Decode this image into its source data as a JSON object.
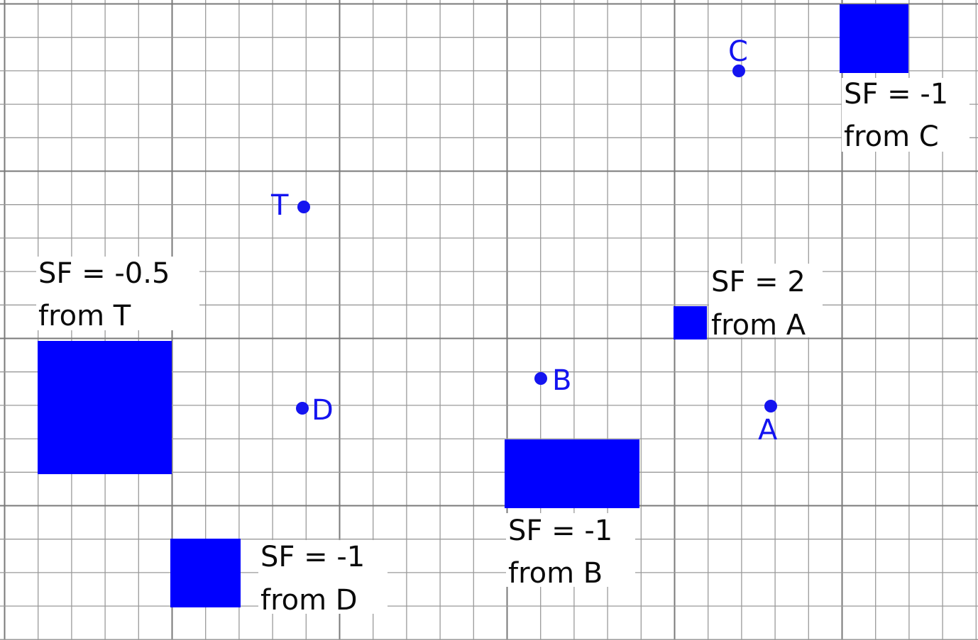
{
  "colors": {
    "grid": "#9a9a9a",
    "grid_major": "#7a7a7a",
    "shape_fill": "#0000ff",
    "point": "#1414f0",
    "text": "#0a0a0a"
  },
  "points": [
    {
      "id": "C",
      "label": "C"
    },
    {
      "id": "T",
      "label": "T"
    },
    {
      "id": "B",
      "label": "B"
    },
    {
      "id": "D",
      "label": "D"
    },
    {
      "id": "A",
      "label": "A"
    }
  ],
  "shapes": [
    {
      "id": "shape-c",
      "line1": "SF = -1",
      "line2": "from C"
    },
    {
      "id": "shape-t",
      "line1": "SF = -0.5",
      "line2": "from T"
    },
    {
      "id": "shape-a",
      "line1": "SF = 2",
      "line2": "from A"
    },
    {
      "id": "shape-b",
      "line1": "SF = -1",
      "line2": "from B"
    },
    {
      "id": "shape-d",
      "line1": "SF = -1",
      "line2": "from D"
    }
  ]
}
